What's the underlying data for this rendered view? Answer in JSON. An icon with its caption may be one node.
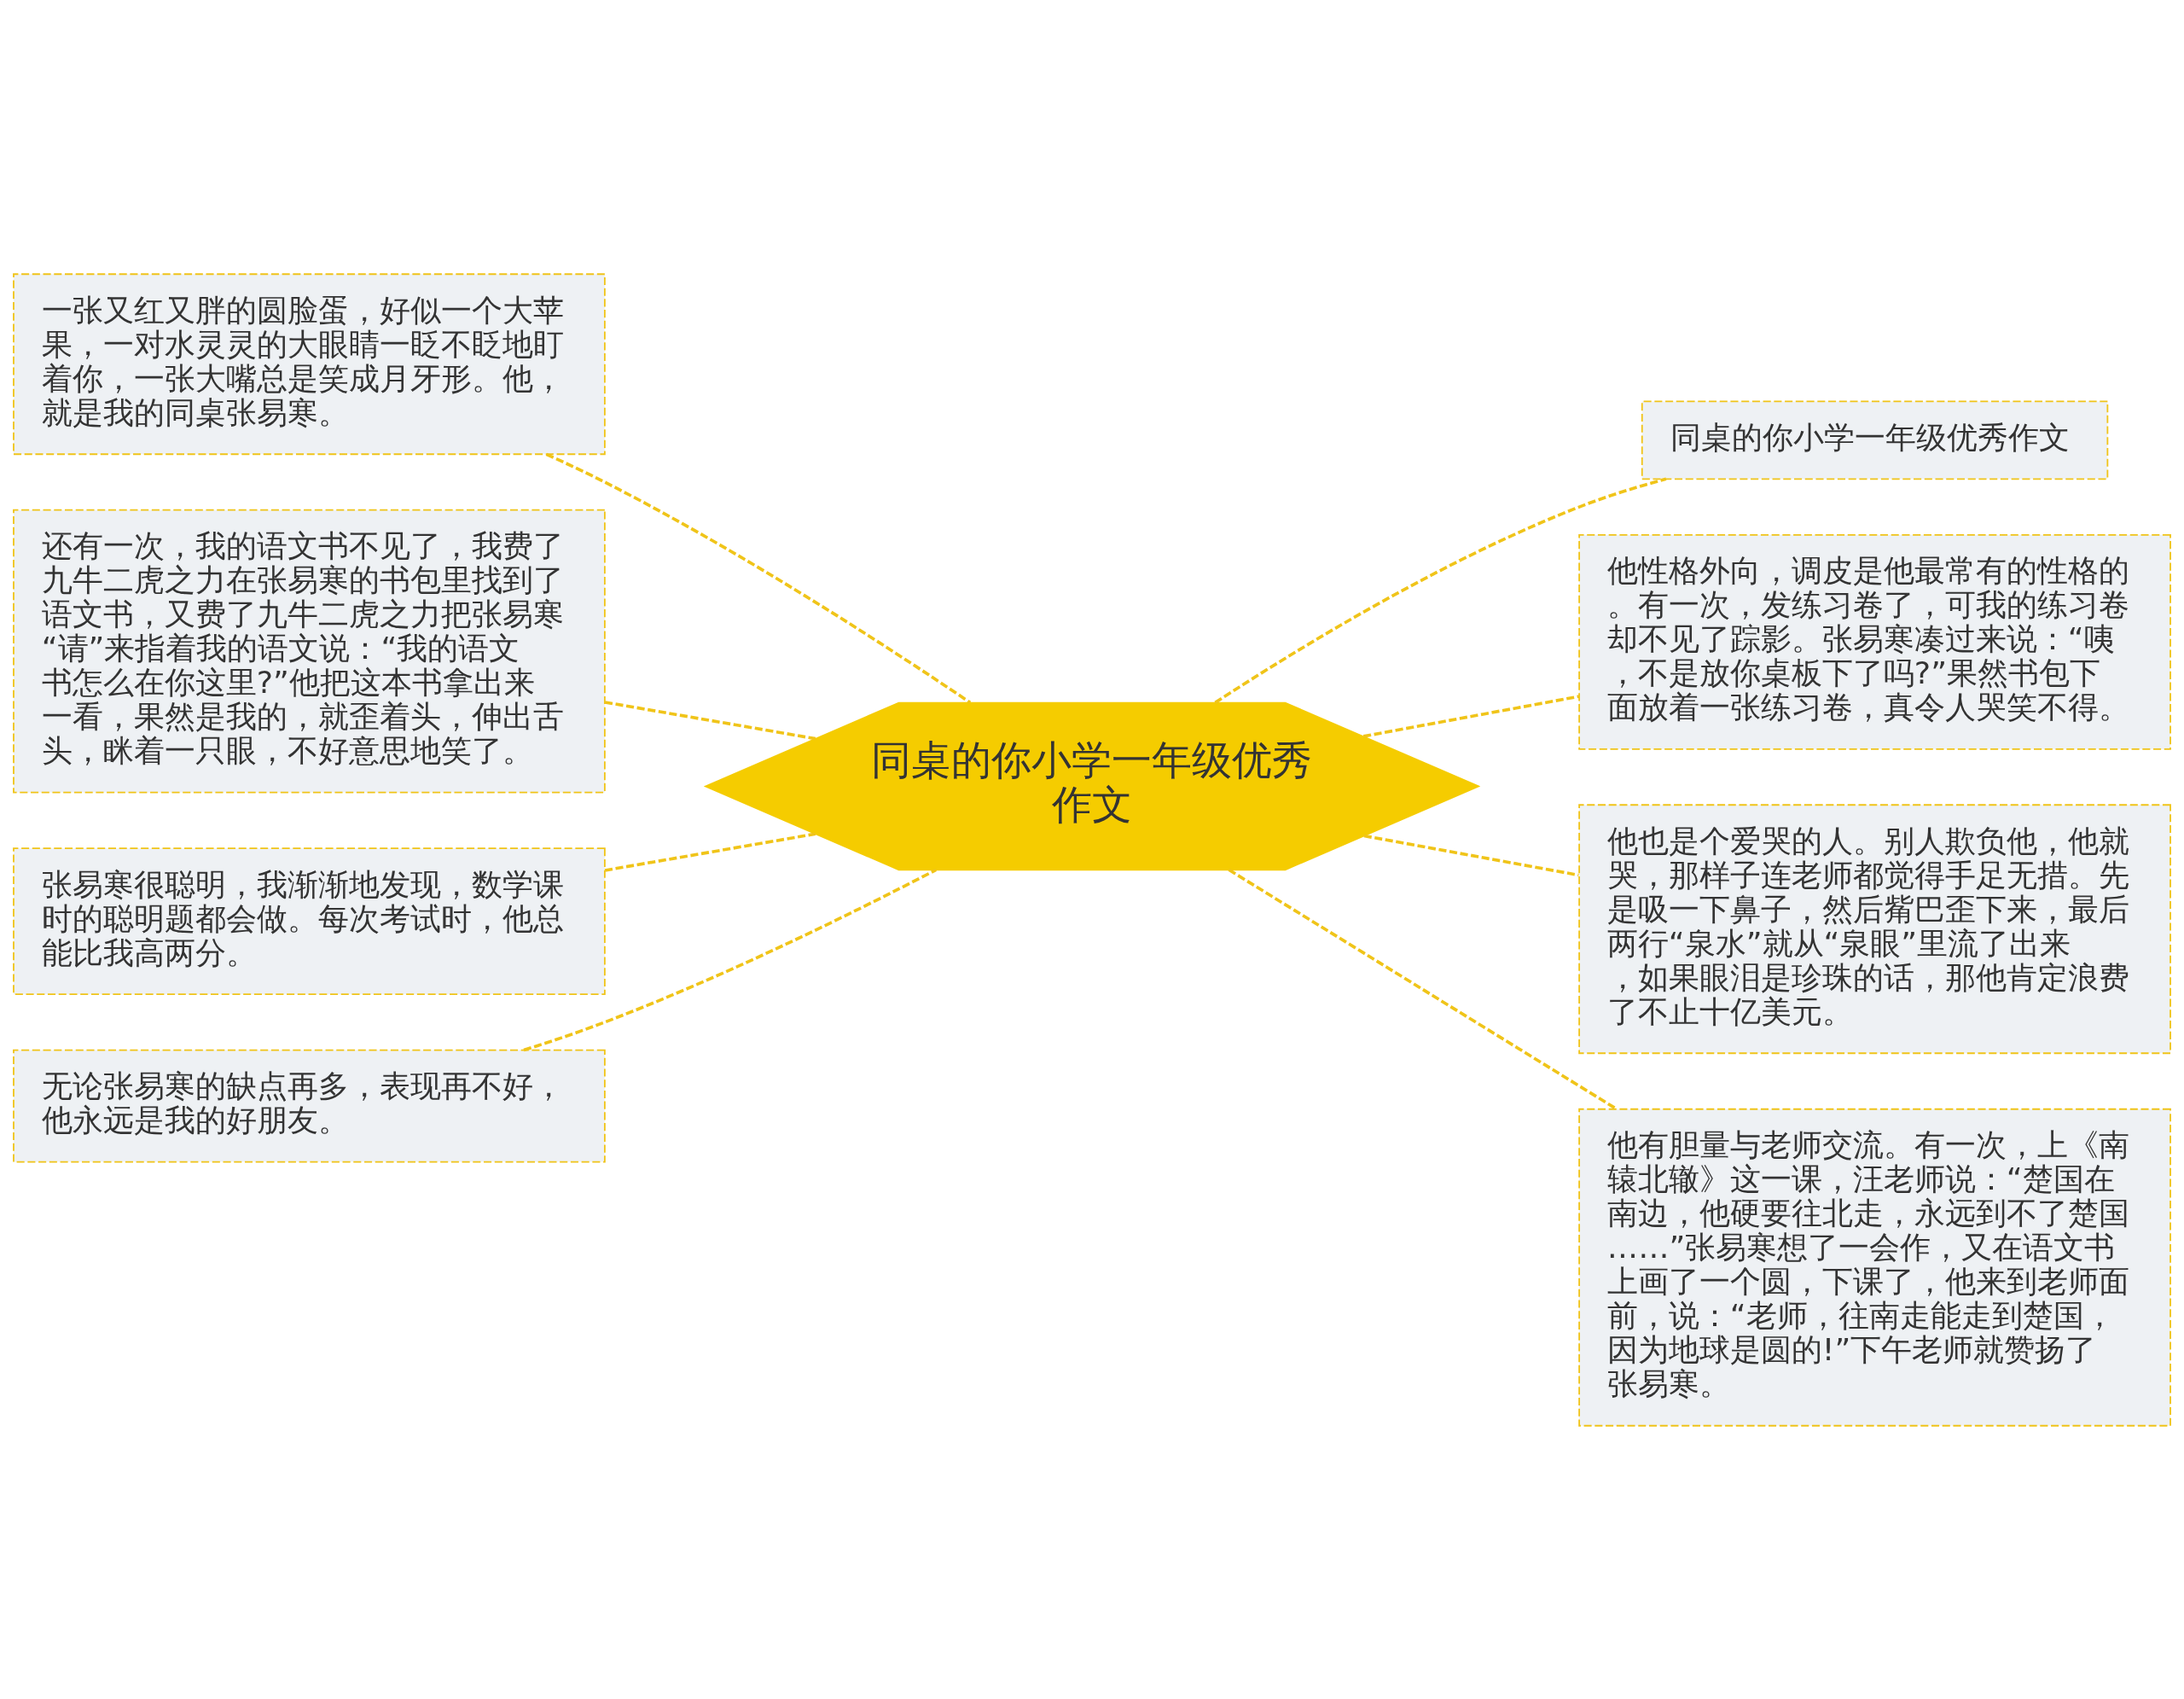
{
  "diagram": {
    "nodes": [
      {
        "text": [
          "同桌的你小学一年级优秀作文"
        ]
      },
      {
        "text": [
          "一张又红又胖的圆脸蛋，好似一个大苹果，一对水灵灵的大眼睛一眨不眨地盯着你，一张大嘴总是笑成月牙形。他，就是我的同桌张易寒。"
        ]
      },
      {
        "text": [
          "还有一次，我的语文书不见了，我费了九牛二虎之力在张易寒的书包里找到了语文书，又费了九牛二虎之力把张易寒“请”来指着我的语文说：“我的语文书怎么在你这里?”他把这本书拿出来一看，果然是我的，就歪着头，伸出舌头，眯着一只眼，不好意思地笑了。"
        ]
      },
      {
        "text": [
          "张易寒很聪明，我渐渐地发现，数学课时的聪明题都会做。每次考试时，他总能比我高两分。"
        ]
      },
      {
        "text": [
          "无论张易寒的缺点再多，表现再不好，他永远是我的好朋友。"
        ]
      },
      {
        "text": [
          "同桌的你小学一年级优秀作文"
        ]
      },
      {
        "text": [
          "他性格外向，调皮是他最常有的性格的。有一次，发练习卷了，可我的练习卷却不见了踪影。张易寒凑过来说：“咦，不是放你桌板下了吗?”果然书包下面放着一张练习卷，真令人哭笑不得。"
        ]
      },
      {
        "text": [
          "他也是个爱哭的人。别人欺负他，他就哭，那样子连老师都觉得手足无措。先是吸一下鼻子，然后觜巴歪下来，最后两行“泉水”就从“泉眼”里流了出来，如果眼泪是珍珠的话，那他肯定浪费了不止十亿美元。"
        ]
      },
      {
        "text": [
          "他有胆量与老师交流。有一次，上《南辕北辙》这一课，汪老师说：“楚国在南边，他硬要往北走，永远到不了楚国……”张易寒想了一会作，又在语文书上画了一个圆，下课了，他来到老师面前，说：“老师，往南走能走到楚国，因为地球是圆的!”下午老师就赞扬了张易寒。"
        ]
      }
    ],
    "edges": [
      {
        "from": 0,
        "to": 1,
        "arrow": "none",
        "style": "dashed"
      },
      {
        "from": 0,
        "to": 2,
        "arrow": "none",
        "style": "dashed"
      },
      {
        "from": 0,
        "to": 3,
        "arrow": "none",
        "style": "dashed"
      },
      {
        "from": 0,
        "to": 4,
        "arrow": "none",
        "style": "dashed"
      },
      {
        "from": 0,
        "to": 5,
        "arrow": "none",
        "style": "dashed"
      },
      {
        "from": 0,
        "to": 6,
        "arrow": "none",
        "style": "dashed"
      },
      {
        "from": 0,
        "to": 7,
        "arrow": "none",
        "style": "dashed"
      },
      {
        "from": 0,
        "to": 8,
        "arrow": "none",
        "style": "dashed"
      }
    ]
  }
}
